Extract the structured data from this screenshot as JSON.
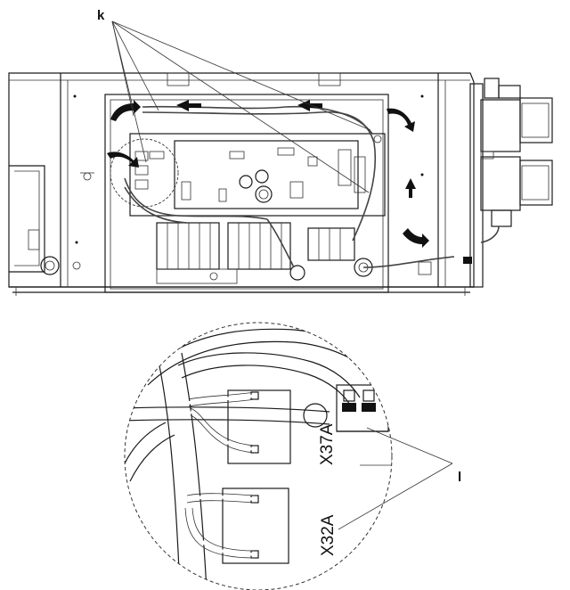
{
  "callouts": {
    "k": "k",
    "l": "l"
  },
  "connectors": {
    "upper": "X37A",
    "lower": "X32A"
  },
  "colors": {
    "line": "#1a1a1a",
    "background": "#ffffff"
  }
}
